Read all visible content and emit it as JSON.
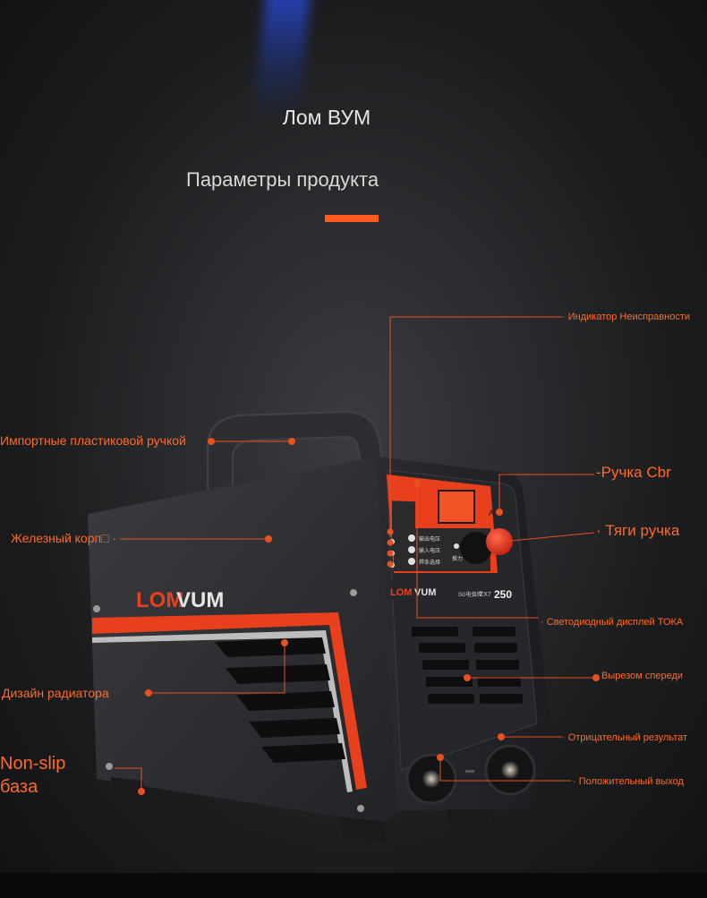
{
  "header": {
    "brand": "Лом ВУМ",
    "section": "Параметры продукта"
  },
  "product": {
    "logo_part1": "LOM",
    "logo_part2": "VUM",
    "model": "250",
    "model_prefix": "ZX7",
    "sg_text": "SG电弧焊",
    "panel_labels": [
      "输出电压",
      "输入电压",
      "焊条选择"
    ],
    "knob_caption": "推力",
    "display_unit": "A"
  },
  "callouts": {
    "fault_indicator": "· Индикатор Неисправности",
    "plastic_handle": "Импортные пластиковой ручкой",
    "cbr_knob": "-Ручка Cbr",
    "iron_case": "Железный корп□ ·",
    "pull_knob": "· Тяги ручка",
    "led_display": "· Светодиодный дисплей ТОКА",
    "front_cutout": "Вырезом спереди",
    "radiator": "Дизайн радиатора",
    "negative_output": "· Отрицательный результат",
    "nonslip_line1": "Non-slip",
    "nonslip_line2": "база",
    "positive_output": "· Положительный выход"
  },
  "colors": {
    "accent": "#ff5a1f",
    "label": "#ff6a2a",
    "body": "#2b2d31"
  }
}
